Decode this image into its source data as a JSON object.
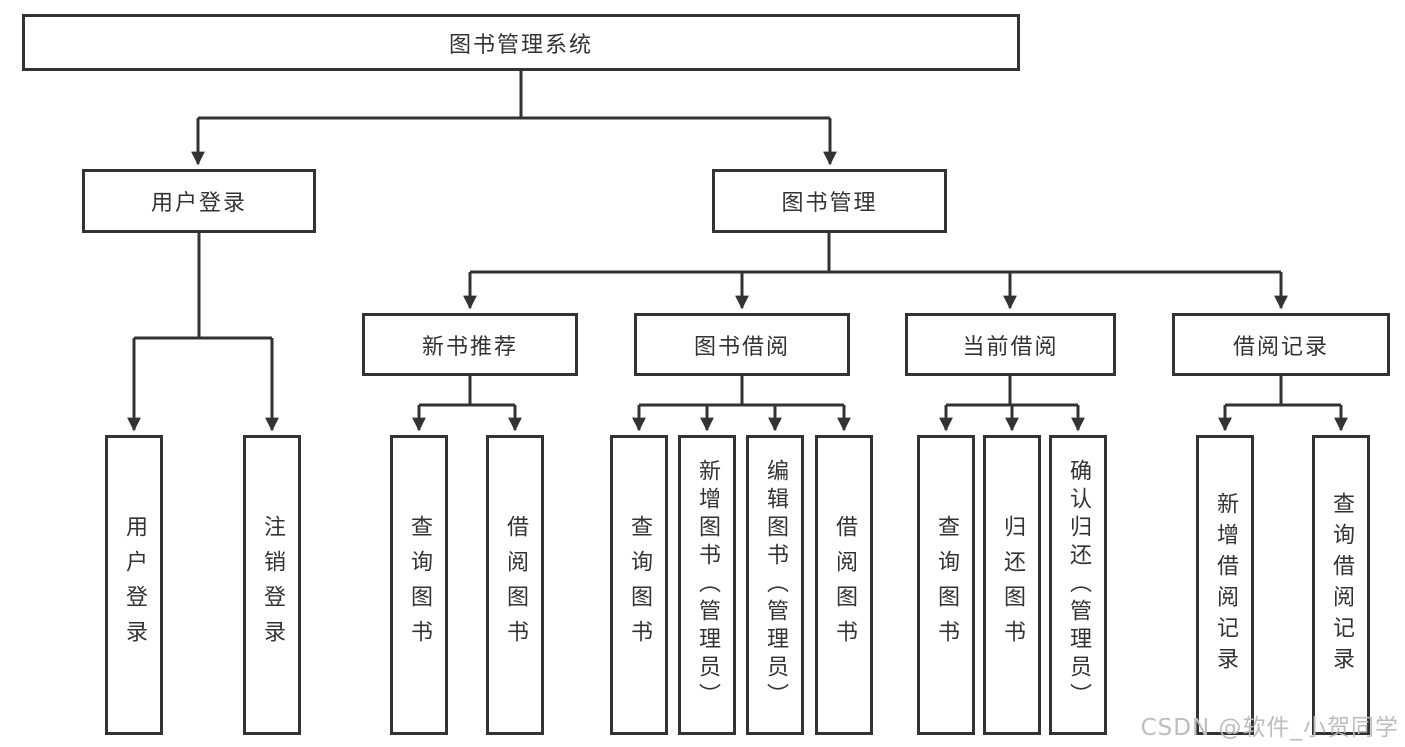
{
  "nodes": {
    "root": {
      "label": "图书管理系统"
    },
    "user_login": {
      "label": "用户登录"
    },
    "book_management": {
      "label": "图书管理"
    },
    "login_action": {
      "label": "用户登录"
    },
    "logout_action": {
      "label": "注销登录"
    },
    "new_book_recommend": {
      "label": "新书推荐"
    },
    "book_borrowing": {
      "label": "图书借阅"
    },
    "current_borrowing": {
      "label": "当前借阅"
    },
    "borrowing_records": {
      "label": "借阅记录"
    },
    "nbr_query_books": {
      "label": "查询图书"
    },
    "nbr_borrow_books": {
      "label": "借阅图书"
    },
    "bb_query_books": {
      "label": "查询图书"
    },
    "bb_add_books": {
      "label": "新增图书（管理员）"
    },
    "bb_edit_books": {
      "label": "编辑图书（管理员）"
    },
    "bb_borrow_books": {
      "label": "借阅图书"
    },
    "cb_query_books": {
      "label": "查询图书"
    },
    "cb_return_books": {
      "label": "归还图书"
    },
    "cb_confirm_return": {
      "label": "确认归还（管理员）"
    },
    "br_add_record": {
      "label": "新增借阅记录"
    },
    "br_query_record": {
      "label": "查询借阅记录"
    }
  },
  "watermark": "CSDN @软件_小贺同学",
  "colors": {
    "line": "#333333",
    "box_border": "#333333",
    "text": "#333333",
    "watermark": "#bdbdbd",
    "background": "#ffffff"
  }
}
